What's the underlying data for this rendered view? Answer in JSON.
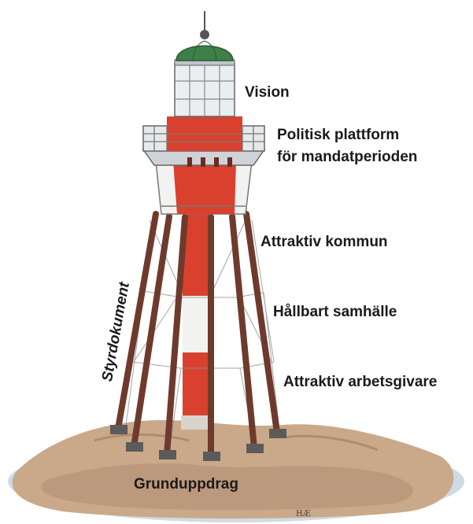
{
  "labels": {
    "vision": "Vision",
    "platform_line1": "Politisk  plattform",
    "platform_line2": "för mandatperioden",
    "attractive_municipality": "Attraktiv  kommun",
    "sustainable_society": "Hållbart samhälle",
    "attractive_employer": "Attraktiv  arbetsgivare",
    "foundation": "Grunduppdrag",
    "steering_documents": "Styrdokument"
  },
  "signature": "HÆ",
  "colors": {
    "red": "#d9412e",
    "white": "#f2f2f0",
    "legs": "#6e3a2c",
    "dome": "#3f7f4a",
    "rock": "#c9a98a",
    "water": "#9fb7c7"
  }
}
